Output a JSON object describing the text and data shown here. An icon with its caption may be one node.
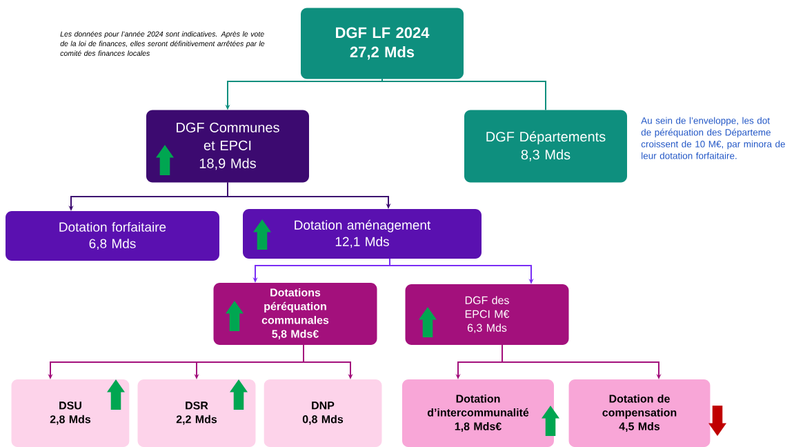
{
  "diagram": {
    "nodes": [
      {
        "text": [
          "DGF LF 2024",
          "27,2 Mds"
        ]
      },
      {
        "text": [
          "DGF Communes et EPCI",
          "18,9 Mds"
        ]
      },
      {
        "text": [
          "DGF Départements",
          "8,3 Mds"
        ],
        "beside": [
          "Au sein de l’enveloppe, les dot de péréquation des Départeme croissent de 10 M€, par minora de leur dotation forfaitaire."
        ]
      },
      {
        "text": [
          "Dotation forfaitaire",
          "6,8 Mds"
        ]
      },
      {
        "text": [
          "Dotation aménagement",
          "12,1 Mds"
        ]
      },
      {
        "text": [
          "Dotations péréquation communales",
          "5,8 Mds€"
        ]
      },
      {
        "text": [
          "DGF des EPCI M€",
          "6,3 Mds"
        ]
      },
      {
        "text": [
          "DSU",
          "2,8 Mds"
        ]
      },
      {
        "text": [
          "DSR",
          "2,2 Mds"
        ]
      },
      {
        "text": [
          "DNP",
          "0,8 Mds"
        ]
      },
      {
        "text": [
          "Dotation d’intercommunalité",
          "1,8 Mds€"
        ]
      },
      {
        "text": [
          "Dotation de compensation",
          "4,5 Mds"
        ]
      }
    ],
    "edges": [
      {
        "from": 0,
        "to": 1,
        "arrow": "to",
        "color": "#0e8f7e"
      },
      {
        "from": 0,
        "to": 2,
        "arrow": "none",
        "color": "#0e8f7e"
      },
      {
        "from": 1,
        "to": 3,
        "arrow": "to",
        "color": "#3c0a70"
      },
      {
        "from": 1,
        "to": 4,
        "arrow": "to",
        "color": "#3c0a70"
      },
      {
        "from": 4,
        "to": 5,
        "arrow": "to",
        "color": "#7a2ef5"
      },
      {
        "from": 4,
        "to": 6,
        "arrow": "to",
        "color": "#7a2ef5"
      },
      {
        "from": 5,
        "to": 7,
        "arrow": "to"
      },
      {
        "from": 5,
        "to": 8,
        "arrow": "to"
      },
      {
        "from": 5,
        "to": 9,
        "arrow": "to"
      },
      {
        "from": 6,
        "to": 10,
        "arrow": "to"
      },
      {
        "from": 6,
        "to": 11,
        "arrow": "to"
      }
    ],
    "labels": [
      "Les données pour l’année 2024 sont indicatives. Après le vote de la loi de finances, elles seront définitivement arrêtées par le comité des finances locales"
    ]
  }
}
